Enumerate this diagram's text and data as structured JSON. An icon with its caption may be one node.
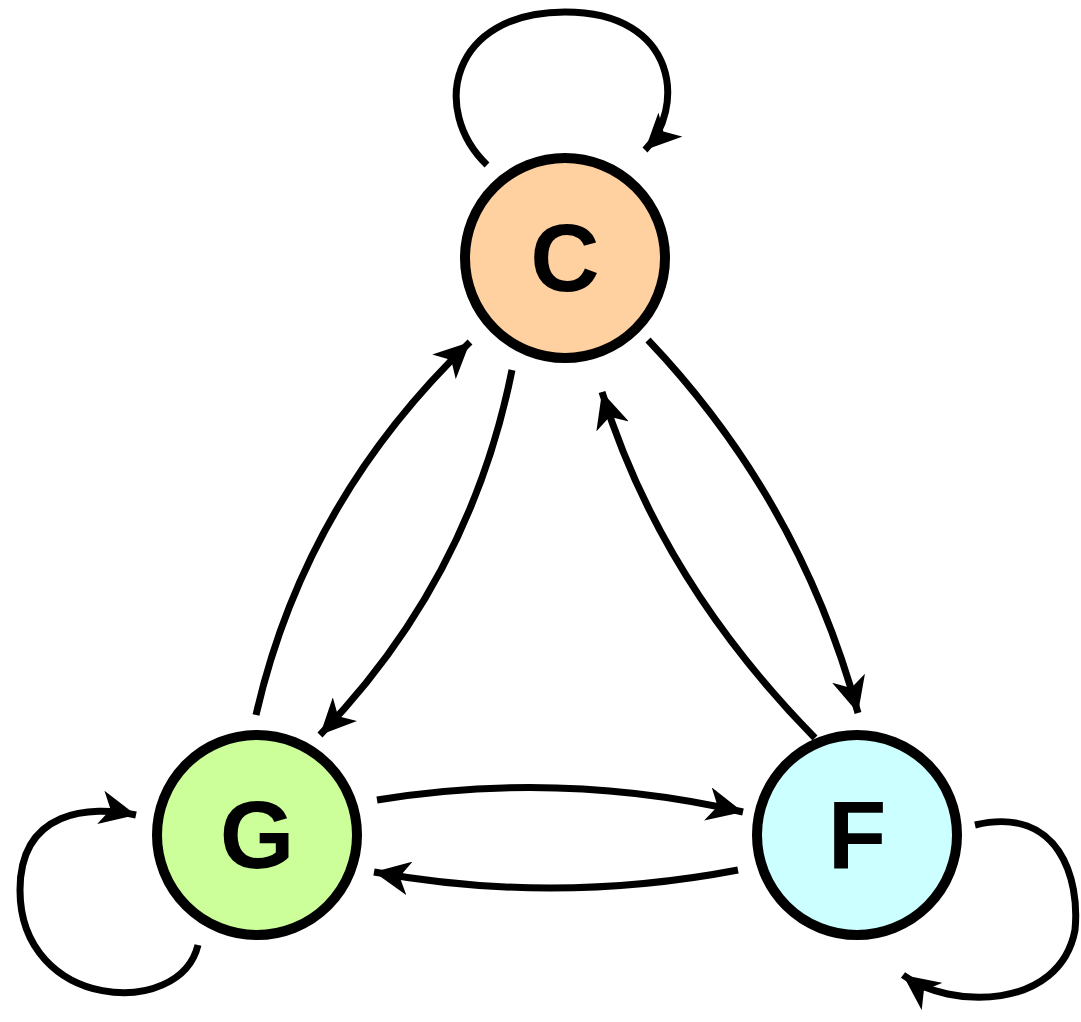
{
  "diagram": {
    "nodes": [
      {
        "text": [
          "C"
        ]
      },
      {
        "text": [
          "G"
        ]
      },
      {
        "text": [
          "F"
        ]
      }
    ],
    "edges": [
      {
        "from": 0,
        "to": 0,
        "arrow": "to"
      },
      {
        "from": 0,
        "to": 1,
        "arrow": "to"
      },
      {
        "from": 1,
        "to": 0,
        "arrow": "to"
      },
      {
        "from": 0,
        "to": 2,
        "arrow": "to"
      },
      {
        "from": 2,
        "to": 0,
        "arrow": "to"
      },
      {
        "from": 1,
        "to": 2,
        "arrow": "to"
      },
      {
        "from": 2,
        "to": 1,
        "arrow": "to"
      },
      {
        "from": 1,
        "to": 1,
        "arrow": "to"
      },
      {
        "from": 2,
        "to": 2,
        "arrow": "to"
      }
    ]
  }
}
